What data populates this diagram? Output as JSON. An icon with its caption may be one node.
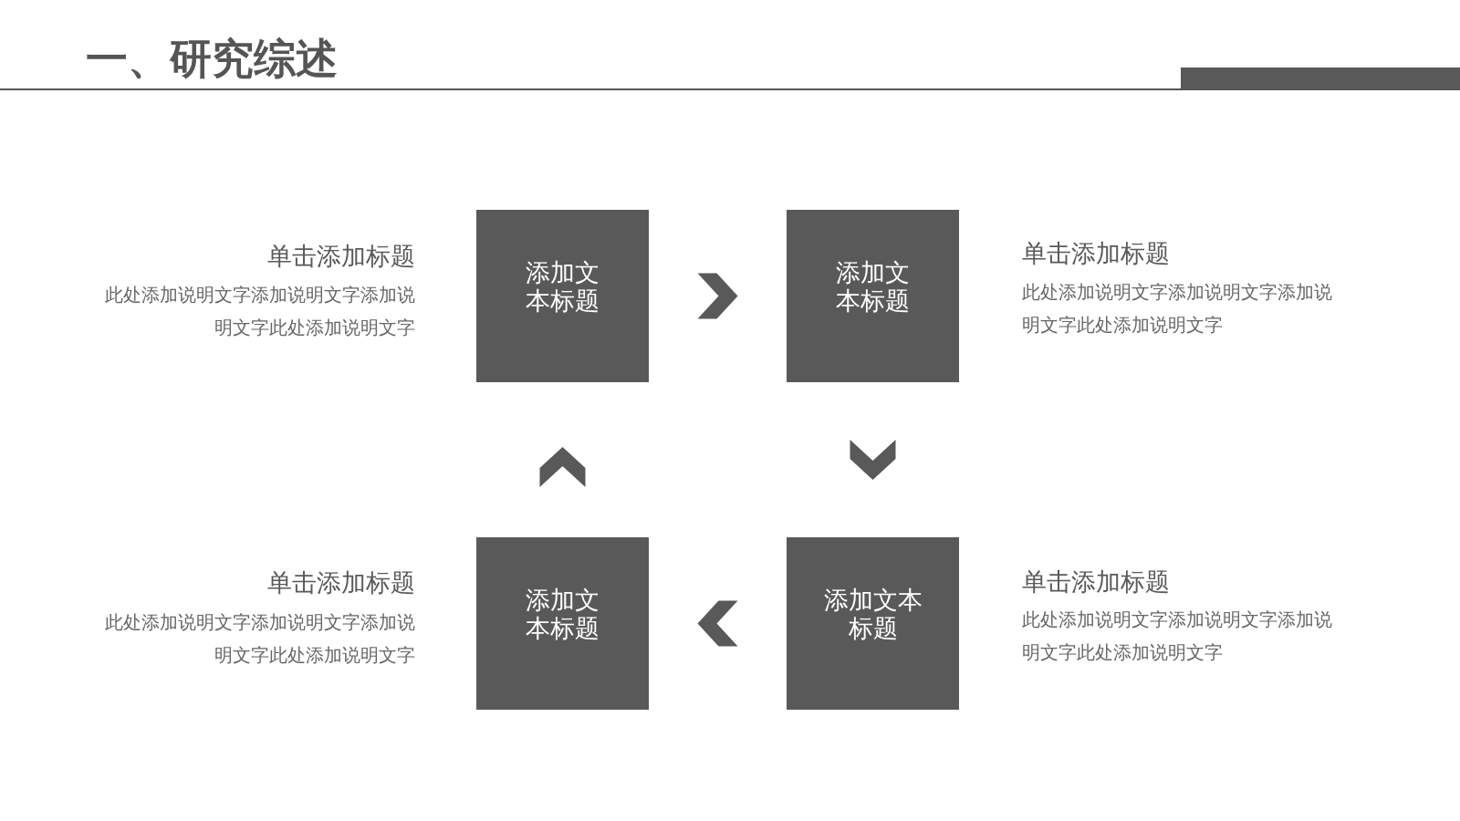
{
  "diagram": {
    "title": "一、研究综述",
    "nodes": [
      {
        "text": [
          "添加文本标题"
        ],
        "beside": [
          "单击添加标题",
          "此处添加说明文字添加说明文字添加说明文字此处添加说明文字"
        ]
      },
      {
        "text": [
          "添加文本标题"
        ],
        "beside": [
          "单击添加标题",
          "此处添加说明文字添加说明文字添加说明文字此处添加说明文字"
        ]
      },
      {
        "text": [
          "添加文本标题"
        ],
        "beside": [
          "单击添加标题",
          "此处添加说明文字添加说明文字添加说明文字此处添加说明文字"
        ]
      },
      {
        "text": [
          "添加文本标题"
        ],
        "beside": [
          "单击添加标题",
          "此处添加说明文字添加说明文字添加说明文字此处添加说明文字"
        ]
      }
    ],
    "edges": [
      {
        "from": 0,
        "to": 1,
        "arrow": "to"
      },
      {
        "from": 1,
        "to": 3,
        "arrow": "to"
      },
      {
        "from": 3,
        "to": 2,
        "arrow": "to"
      },
      {
        "from": 2,
        "to": 0,
        "arrow": "to"
      }
    ]
  }
}
